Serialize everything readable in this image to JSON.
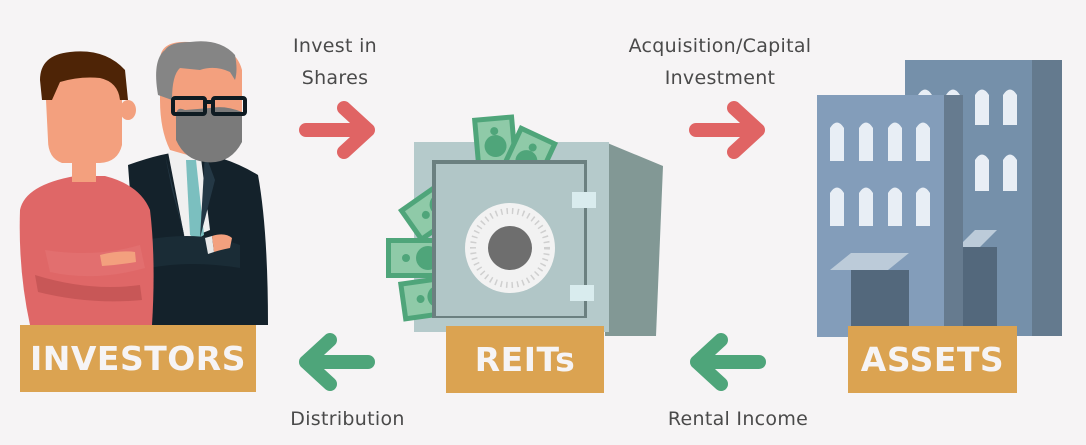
{
  "nodes": {
    "investors": {
      "label": "INVESTORS"
    },
    "reits": {
      "label": "REITs"
    },
    "assets": {
      "label": "ASSETS"
    }
  },
  "flows": [
    {
      "id": "invest-in-shares",
      "label_line1": "Invest in",
      "label_line2": "Shares",
      "from": "investors",
      "to": "reits",
      "direction": "right",
      "color": "#e06464"
    },
    {
      "id": "acquisition",
      "label_line1": "Acquisition/Capital",
      "label_line2": "Investment",
      "from": "reits",
      "to": "assets",
      "direction": "right",
      "color": "#e06464"
    },
    {
      "id": "distribution",
      "label_line1": "Distribution",
      "from": "reits",
      "to": "investors",
      "direction": "left",
      "color": "#4ea57a"
    },
    {
      "id": "rental-income",
      "label_line1": "Rental Income",
      "from": "assets",
      "to": "reits",
      "direction": "left",
      "color": "#4ea57a"
    }
  ],
  "colors": {
    "background": "#f6f4f5",
    "label_box": "#dba351",
    "label_text": "#f6f4f5",
    "forward_arrow": "#e06464",
    "return_arrow": "#4ea57a"
  }
}
